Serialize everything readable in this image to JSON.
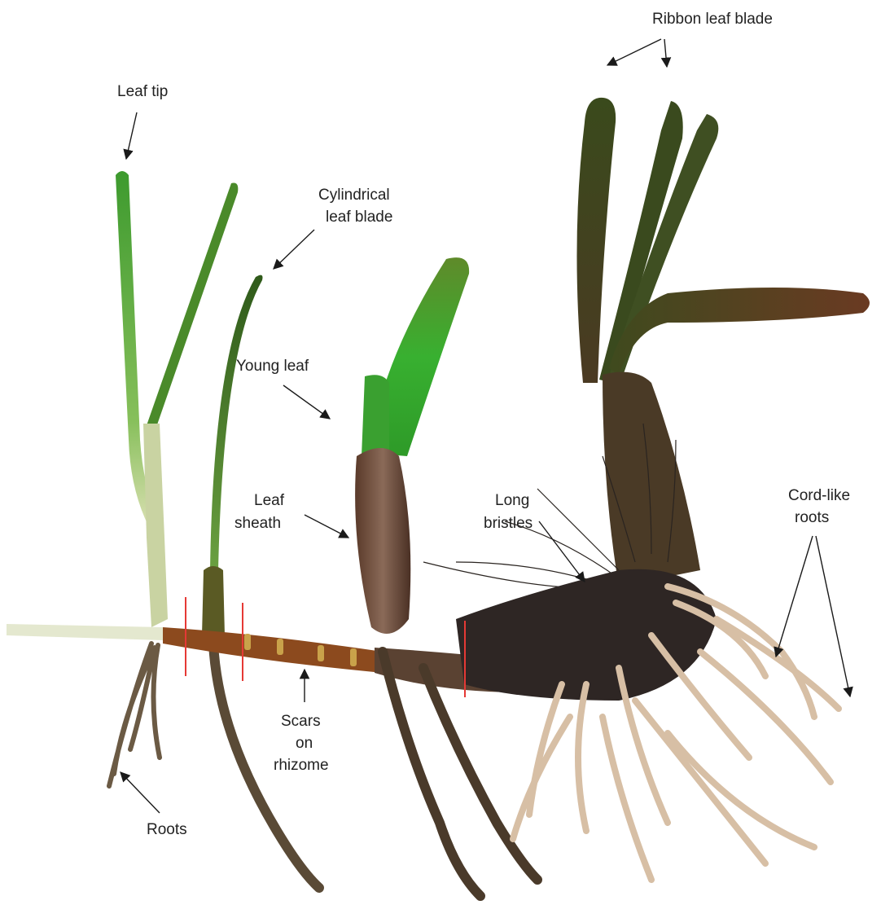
{
  "labels": {
    "leaf_tip": "Leaf tip",
    "cylindrical_1": "Cylindrical",
    "cylindrical_2": "leaf blade",
    "young_leaf": "Young leaf",
    "leaf_sheath_1": "Leaf",
    "leaf_sheath_2": "sheath",
    "ribbon": "Ribbon leaf blade",
    "long_bristles_1": "Long",
    "long_bristles_2": "bristles",
    "cord_1": "Cord-like",
    "cord_2": "roots",
    "scars_1": "Scars",
    "scars_2": "on",
    "scars_3": "rhizome",
    "roots": "Roots"
  },
  "colors": {
    "label_text": "#222222",
    "arrow": "#1a1a1a",
    "cut_line": "#e53935",
    "leaf_green": "#3f9a2a",
    "dark_leaf": "#3f4a1e",
    "rhizome": "#7a3a1a",
    "root": "#6b5a44",
    "pale_root": "#d7bfa5"
  }
}
